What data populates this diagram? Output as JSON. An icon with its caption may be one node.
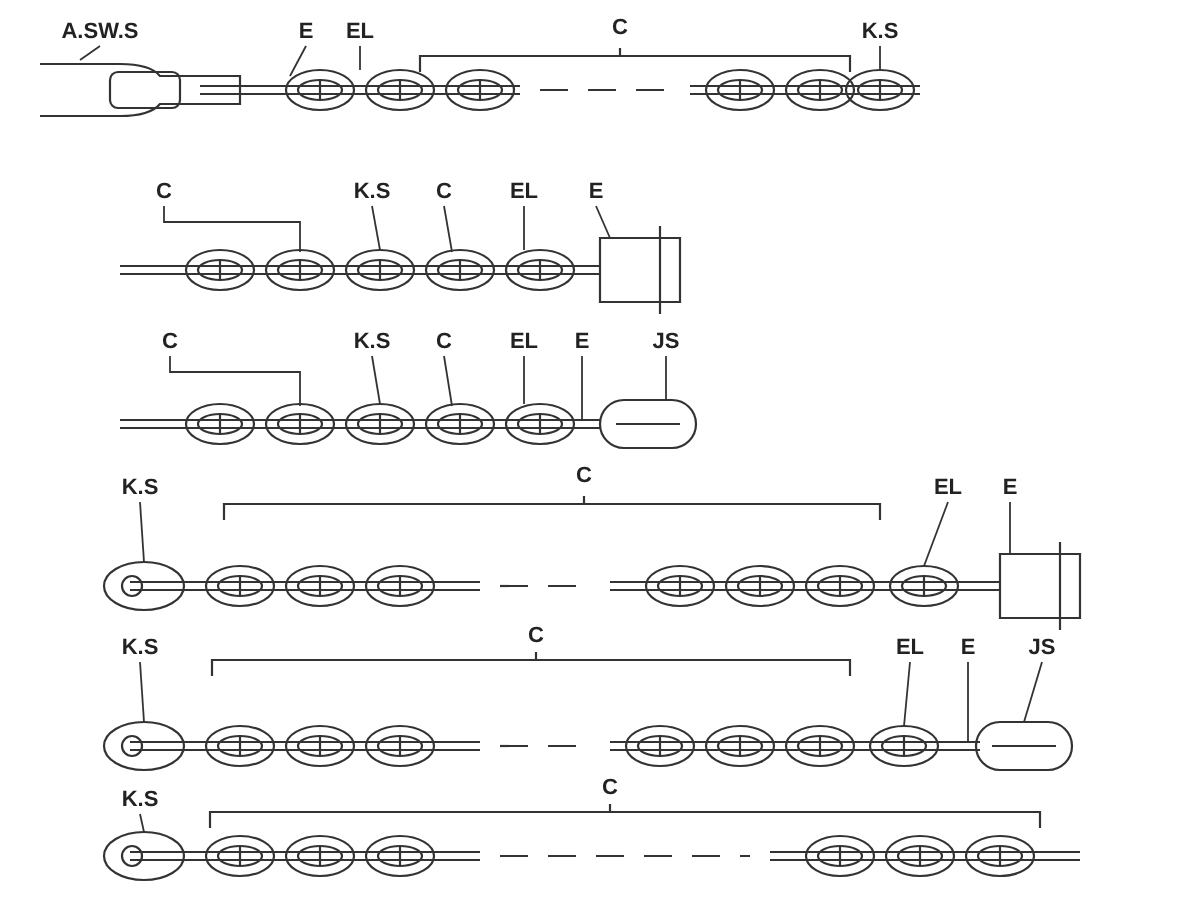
{
  "diagram": {
    "nodes": [
      {
        "text": [
          "A.SW.S"
        ]
      },
      {
        "text": [
          "E"
        ]
      },
      {
        "text": [
          "EL"
        ]
      },
      {
        "text": [
          "C"
        ]
      },
      {
        "text": [
          "K.S"
        ]
      },
      {
        "text": [
          "C"
        ]
      },
      {
        "text": [
          "K.S"
        ]
      },
      {
        "text": [
          "C"
        ]
      },
      {
        "text": [
          "EL"
        ]
      },
      {
        "text": [
          "E"
        ]
      },
      {
        "text": [
          "C"
        ]
      },
      {
        "text": [
          "K.S"
        ]
      },
      {
        "text": [
          "C"
        ]
      },
      {
        "text": [
          "EL"
        ]
      },
      {
        "text": [
          "E"
        ]
      },
      {
        "text": [
          "JS"
        ]
      },
      {
        "text": [
          "K.S"
        ]
      },
      {
        "text": [
          "C"
        ]
      },
      {
        "text": [
          "EL"
        ]
      },
      {
        "text": [
          "E"
        ]
      },
      {
        "text": [
          "K.S"
        ]
      },
      {
        "text": [
          "C"
        ]
      },
      {
        "text": [
          "EL"
        ]
      },
      {
        "text": [
          "E"
        ]
      },
      {
        "text": [
          "JS"
        ]
      },
      {
        "text": [
          "K.S"
        ]
      },
      {
        "text": [
          "C"
        ]
      }
    ],
    "edges": [
      {
        "from": 0,
        "to": null,
        "arrow": "none"
      },
      {
        "from": 1,
        "to": null,
        "arrow": "none"
      },
      {
        "from": 2,
        "to": null,
        "arrow": "none"
      },
      {
        "from": 4,
        "to": null,
        "arrow": "none"
      },
      {
        "from": 5,
        "to": null,
        "arrow": "none"
      },
      {
        "from": 6,
        "to": null,
        "arrow": "none"
      },
      {
        "from": 7,
        "to": null,
        "arrow": "none"
      },
      {
        "from": 8,
        "to": null,
        "arrow": "none"
      },
      {
        "from": 9,
        "to": null,
        "arrow": "none"
      },
      {
        "from": 10,
        "to": null,
        "arrow": "none"
      },
      {
        "from": 11,
        "to": null,
        "arrow": "none"
      },
      {
        "from": 12,
        "to": null,
        "arrow": "none"
      },
      {
        "from": 13,
        "to": null,
        "arrow": "none"
      },
      {
        "from": 14,
        "to": null,
        "arrow": "none"
      },
      {
        "from": 15,
        "to": null,
        "arrow": "none"
      },
      {
        "from": 16,
        "to": null,
        "arrow": "none"
      },
      {
        "from": 18,
        "to": null,
        "arrow": "none"
      },
      {
        "from": 19,
        "to": null,
        "arrow": "none"
      },
      {
        "from": 20,
        "to": null,
        "arrow": "none"
      },
      {
        "from": 22,
        "to": null,
        "arrow": "none"
      },
      {
        "from": 23,
        "to": null,
        "arrow": "none"
      },
      {
        "from": 24,
        "to": null,
        "arrow": "none"
      },
      {
        "from": 25,
        "to": null,
        "arrow": "none"
      }
    ]
  }
}
